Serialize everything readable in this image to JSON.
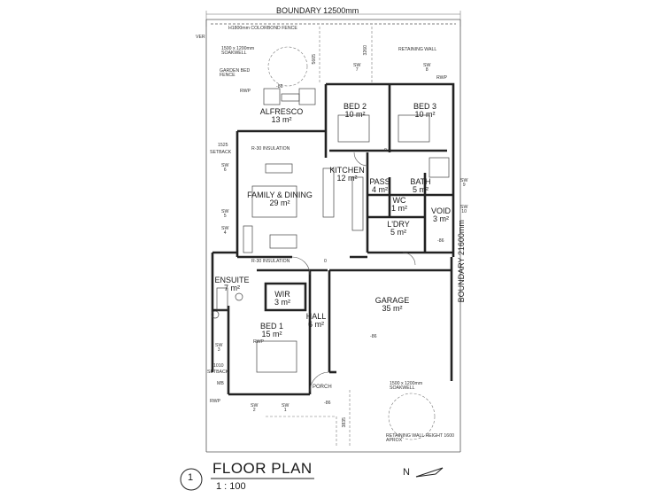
{
  "title": "FLOOR PLAN",
  "scale": "1 : 100",
  "view_number": "1",
  "boundaries": {
    "top": "BOUNDARY 12500mm",
    "right": "BOUNDARY 21600mm"
  },
  "rooms": [
    {
      "id": "alfresco",
      "name": "ALFRESCO",
      "area": "13 m²"
    },
    {
      "id": "bed2",
      "name": "BED 2",
      "area": "10 m²"
    },
    {
      "id": "bed3",
      "name": "BED 3",
      "area": "10 m²"
    },
    {
      "id": "kitchen",
      "name": "KITCHEN",
      "area": "12 m²"
    },
    {
      "id": "family",
      "name": "FAMILY & DINING",
      "area": "29 m²"
    },
    {
      "id": "pass",
      "name": "PASS",
      "area": "4 m²"
    },
    {
      "id": "bath",
      "name": "BATH",
      "area": "5 m²"
    },
    {
      "id": "wc",
      "name": "WC",
      "area": "1 m²"
    },
    {
      "id": "void",
      "name": "VOID",
      "area": "3 m²"
    },
    {
      "id": "ldry",
      "name": "L'DRY",
      "area": "5 m²"
    },
    {
      "id": "ensuite",
      "name": "ENSUITE",
      "area": "7 m²"
    },
    {
      "id": "wir",
      "name": "WIR",
      "area": "3 m²"
    },
    {
      "id": "hall",
      "name": "HALL",
      "area": "6 m²"
    },
    {
      "id": "bed1",
      "name": "BED 1",
      "area": "15 m²"
    },
    {
      "id": "garage",
      "name": "GARAGE",
      "area": "35 m²"
    }
  ],
  "notes": {
    "fence": "H1800mm COLORBOND FENCE",
    "soakwell_top": "1500 x 1200mm SOAKWELL",
    "soakwell_bottom": "1500 x 1200mm SOAKWELL",
    "garden_bed": "GARDEN BED FENCE",
    "retaining_top": "RETAINING WALL",
    "retaining_bottom": "RETAINING WALL HEIGHT 1600 APROX",
    "insulation_top": "R-30 INSULATION",
    "insulation_bottom": "R-30 INSULATION",
    "porch": "PORCH",
    "setback_1525": "1525",
    "setback_1010": "1010",
    "setback": "SETBACK",
    "dim_5665": "5665",
    "dim_3260": "3260",
    "dim_3835": "3835",
    "rwp": "RWP",
    "mb": "MB",
    "ver": "VER",
    "level_86": "-86",
    "level_0": "0"
  },
  "windows": [
    {
      "code": "SW",
      "num": "7"
    },
    {
      "code": "SW",
      "num": "8"
    },
    {
      "code": "SW",
      "num": "6"
    },
    {
      "code": "SW",
      "num": "5"
    },
    {
      "code": "SW",
      "num": "4"
    },
    {
      "code": "SW",
      "num": "3"
    },
    {
      "code": "SW",
      "num": "2"
    },
    {
      "code": "SW",
      "num": "1"
    },
    {
      "code": "SW",
      "num": "9"
    },
    {
      "code": "SW",
      "num": "10"
    }
  ]
}
